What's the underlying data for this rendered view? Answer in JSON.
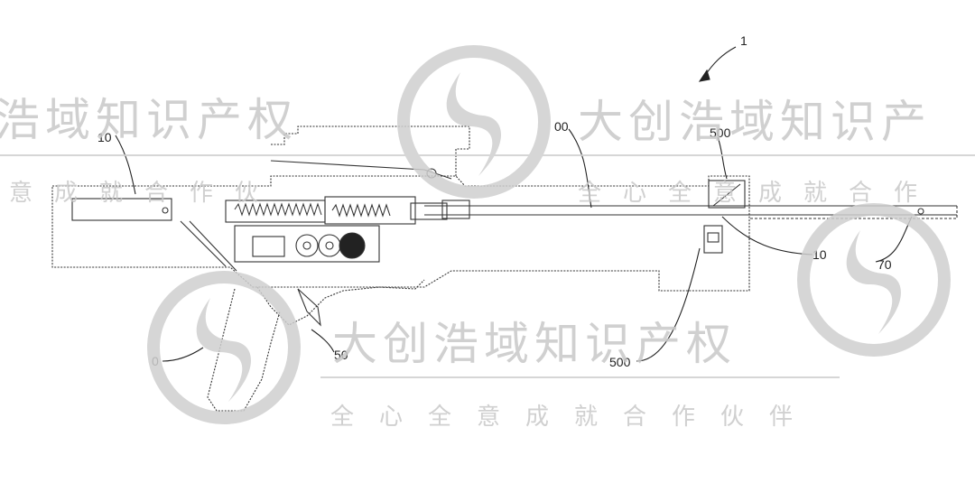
{
  "figure": {
    "reference_labels": {
      "assembly": "1",
      "rear_block": "10",
      "barrel": "00",
      "front_block": "500",
      "front_guide": "10",
      "muzzle": "70",
      "trigger_assembly": "50",
      "grip": "0",
      "lower_module": "500"
    }
  },
  "watermark": {
    "brand_text_top": "浩域知识产权",
    "brand_text_top_right": "大创浩域知识产",
    "slogan_top_left": "意成就合作伙",
    "slogan_top_right": "全心全意成就合作",
    "brand_text_bottom": "大创浩域知识产权",
    "slogan_bottom": "全心全意成就合作伙伴",
    "color": "#c8c8c8"
  }
}
